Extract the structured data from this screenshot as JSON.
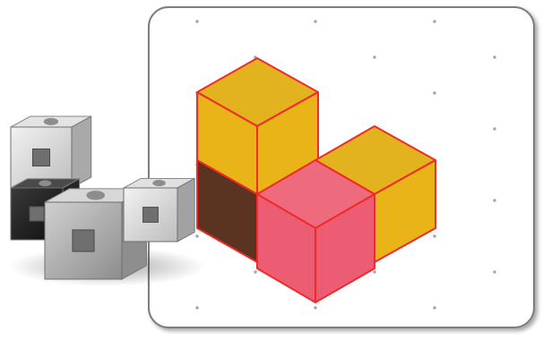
{
  "colors": {
    "cube_top": "#e2b21f",
    "cube_face": "#e8b418",
    "cube_dark": "#5a3321",
    "highlight_top": "#ee6b7d",
    "highlight_face": "#ec5d74",
    "edge": "#f02a2a",
    "dot": "#a8a8a8",
    "panel_border": "#7a7a7a",
    "panel_fill": "#ffffff",
    "photo_light": "#d6d6d6",
    "photo_mid": "#a9a9a9",
    "photo_dark": "#1e1e1e"
  },
  "dot_grid": {
    "description_free": true
  },
  "drawing": {
    "cube_count": 4,
    "highlighted_cube_index": 3,
    "shaded_face": "front-left"
  },
  "photo": {
    "cube_count": 4,
    "dark_cube_index": 1
  }
}
